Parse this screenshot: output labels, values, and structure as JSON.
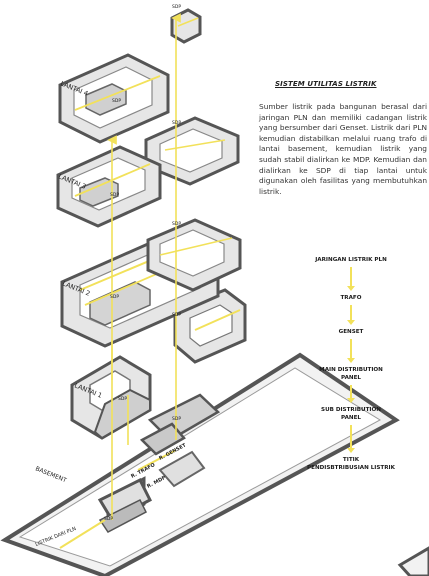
{
  "colors": {
    "accent": "#f2e15a",
    "wall_dark": "#5e5e5e",
    "wall_mid": "#b7b7b7",
    "floor": "#e9e9e9",
    "text": "#222222"
  },
  "diagram": {
    "floor_labels": [
      "LANTAI 4",
      "LANTAI 3",
      "LANTAI 2",
      "LANTAI 1",
      "BASEMENT"
    ],
    "sdp_labels": [
      "SDP",
      "SDP",
      "SDP",
      "SDP",
      "SDP",
      "SDP",
      "SDP",
      "SDP",
      "SDP",
      "SDP"
    ],
    "room_labels": {
      "trafo": "R. TRAFO",
      "genset": "R. GENSET",
      "mdp": "R. MDP"
    },
    "source_label": "LISTRIK DARI PLN"
  },
  "panel": {
    "title": "SISTEM UTILITAS LISTRIK",
    "description": "Sumber listrik pada bangunan berasal dari jaringan PLN dan memiliki cadangan listrik yang bersumber dari Genset. Listrik dari PLN kemudian distabilkan melalui ruang trafo di lantai basement, kemudian listrik yang sudah stabil dialirkan ke MDP. Kemudian dan dialirkan ke SDP di tiap lantai untuk digunakan oleh fasilitas yang membutuhkan listrik."
  },
  "flow": {
    "steps": [
      [
        "JARINGAN LISTRIK PLN"
      ],
      [
        "TRAFO"
      ],
      [
        "GENSET"
      ],
      [
        "MAIN DISTRIBUTION",
        "PANEL"
      ],
      [
        "SUB DISTRIBUTION",
        "PANEL"
      ],
      [
        "TITIK",
        "PENDISBTRIBUSIAN LISTRIK"
      ]
    ]
  }
}
